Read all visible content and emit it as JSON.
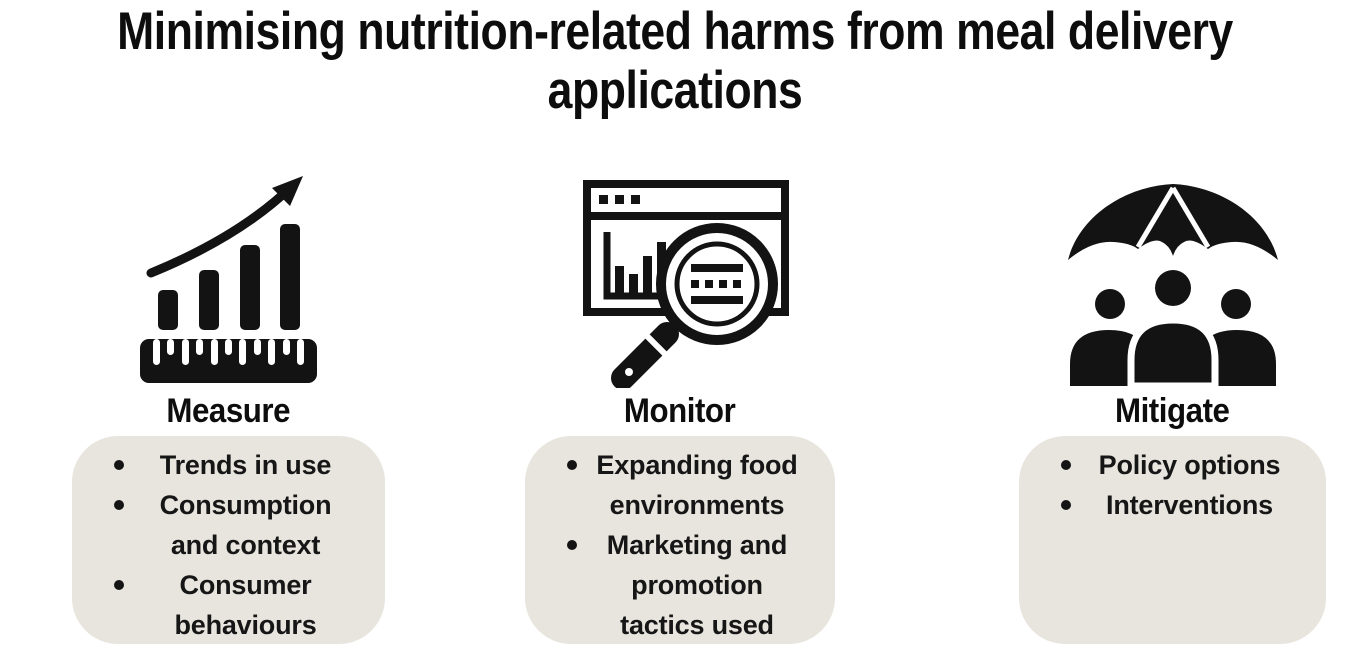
{
  "title": {
    "line1": "Minimising nutrition-related harms from meal delivery",
    "line2": "applications"
  },
  "colors": {
    "background": "#ffffff",
    "card_background": "#e8e5de",
    "ink": "#131313"
  },
  "columns": [
    {
      "label": "Measure",
      "icon": "growth-chart-ruler-icon",
      "items": [
        {
          "lines": [
            "Trends in use"
          ]
        },
        {
          "lines": [
            "Consumption",
            "and context"
          ]
        },
        {
          "lines": [
            "Consumer",
            "behaviours"
          ]
        }
      ]
    },
    {
      "label": "Monitor",
      "icon": "magnifier-analytics-icon",
      "items": [
        {
          "lines": [
            "Expanding food",
            "environments"
          ]
        },
        {
          "lines": [
            "Marketing and",
            "promotion",
            "tactics used"
          ]
        }
      ]
    },
    {
      "label": "Mitigate",
      "icon": "umbrella-people-icon",
      "items": [
        {
          "lines": [
            "Policy options"
          ]
        },
        {
          "lines": [
            "Interventions"
          ]
        }
      ]
    }
  ]
}
